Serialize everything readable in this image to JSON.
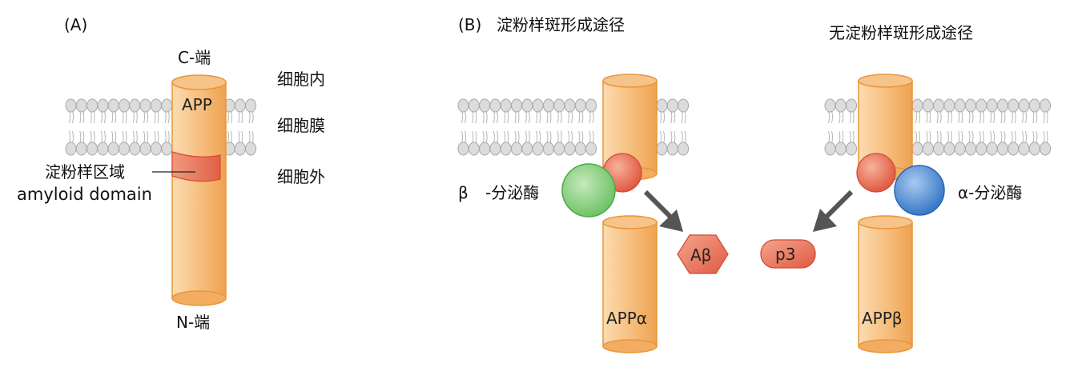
{
  "panel_a": {
    "label": "(A)",
    "c_term": "C-端",
    "n_term": "N-端",
    "app_label": "APP",
    "amyloid_cn": "淀粉样区域",
    "amyloid_en": "amyloid domain",
    "intracellular": "细胞内",
    "membrane": "细胞膜",
    "extracellular": "细胞外"
  },
  "panel_b": {
    "label": "(B)",
    "amyloid_pathway_title": "淀粉样斑形成途径",
    "non_amyloid_pathway_title": "无淀粉样斑形成途径",
    "beta_symbol": "β",
    "beta_enzyme": "-分泌酶",
    "alpha_enzyme": "α-分泌酶",
    "abeta": "Aβ",
    "p3": "p3",
    "app_alpha": "APPα",
    "app_beta": "APPβ"
  },
  "colors": {
    "cylinder_light": "#fbd8a8",
    "cylinder_dark": "#efa24e",
    "cylinder_stroke": "#e7963a",
    "amyloid_band": "#e0664a",
    "cleavage_site": "#e8604a",
    "beta_secretase": "#7cc97a",
    "alpha_secretase": "#3c7fcf",
    "lipid_head": "#d9d9d9",
    "arrow": "#555555"
  }
}
